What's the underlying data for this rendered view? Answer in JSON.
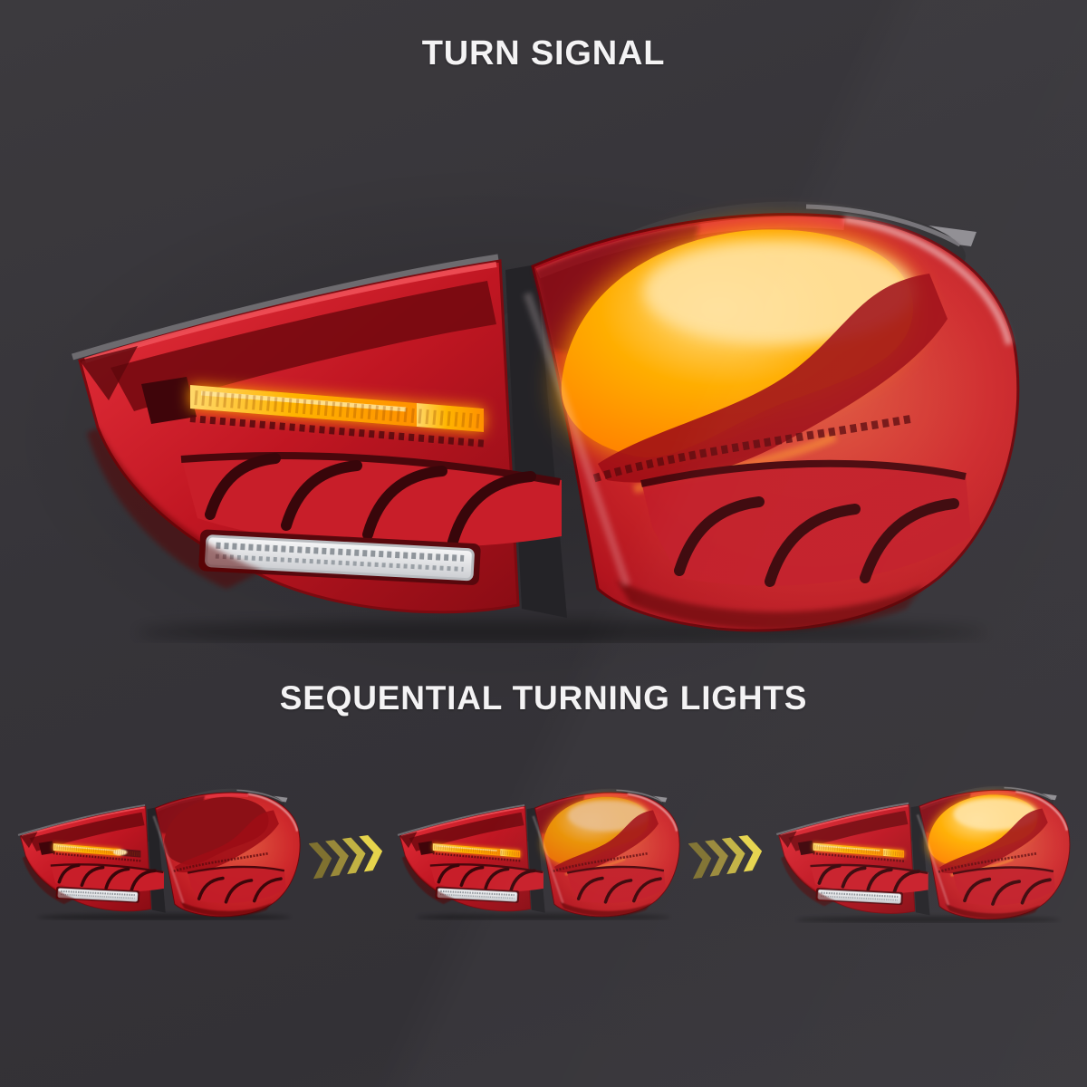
{
  "header": {
    "title": "TURN SIGNAL"
  },
  "sequence_section": {
    "title": "SEQUENTIAL TURNING LIGHTS"
  },
  "product": {
    "name": "car-tail-light-pair",
    "description_visual": "red OLED tail light pair with amber turn signal bar and amber outer glow",
    "colors": {
      "background": "#343238",
      "title_text": "#f4f3f4",
      "lens_red": "#c41a24",
      "lens_red_deep": "#7c0910",
      "lens_red_bright": "#e8323c",
      "turn_signal_amber": "#ffb000",
      "turn_signal_hot": "#ffe09a",
      "body_panel_gray": "#38363a",
      "reflector_white": "#eef0f1"
    }
  },
  "sequence": {
    "steps": [
      {
        "id": 1,
        "turn_bar": "partial",
        "outer_glow": false
      },
      {
        "id": 2,
        "turn_bar": "full",
        "outer_glow": true
      },
      {
        "id": 3,
        "turn_bar": "full",
        "outer_glow": true
      }
    ],
    "arrow": {
      "icon": "chevron-right-icon",
      "chevrons_per_group": 4,
      "colors": [
        "#7f7130",
        "#99893a",
        "#c2b243",
        "#e6d44c"
      ]
    }
  }
}
